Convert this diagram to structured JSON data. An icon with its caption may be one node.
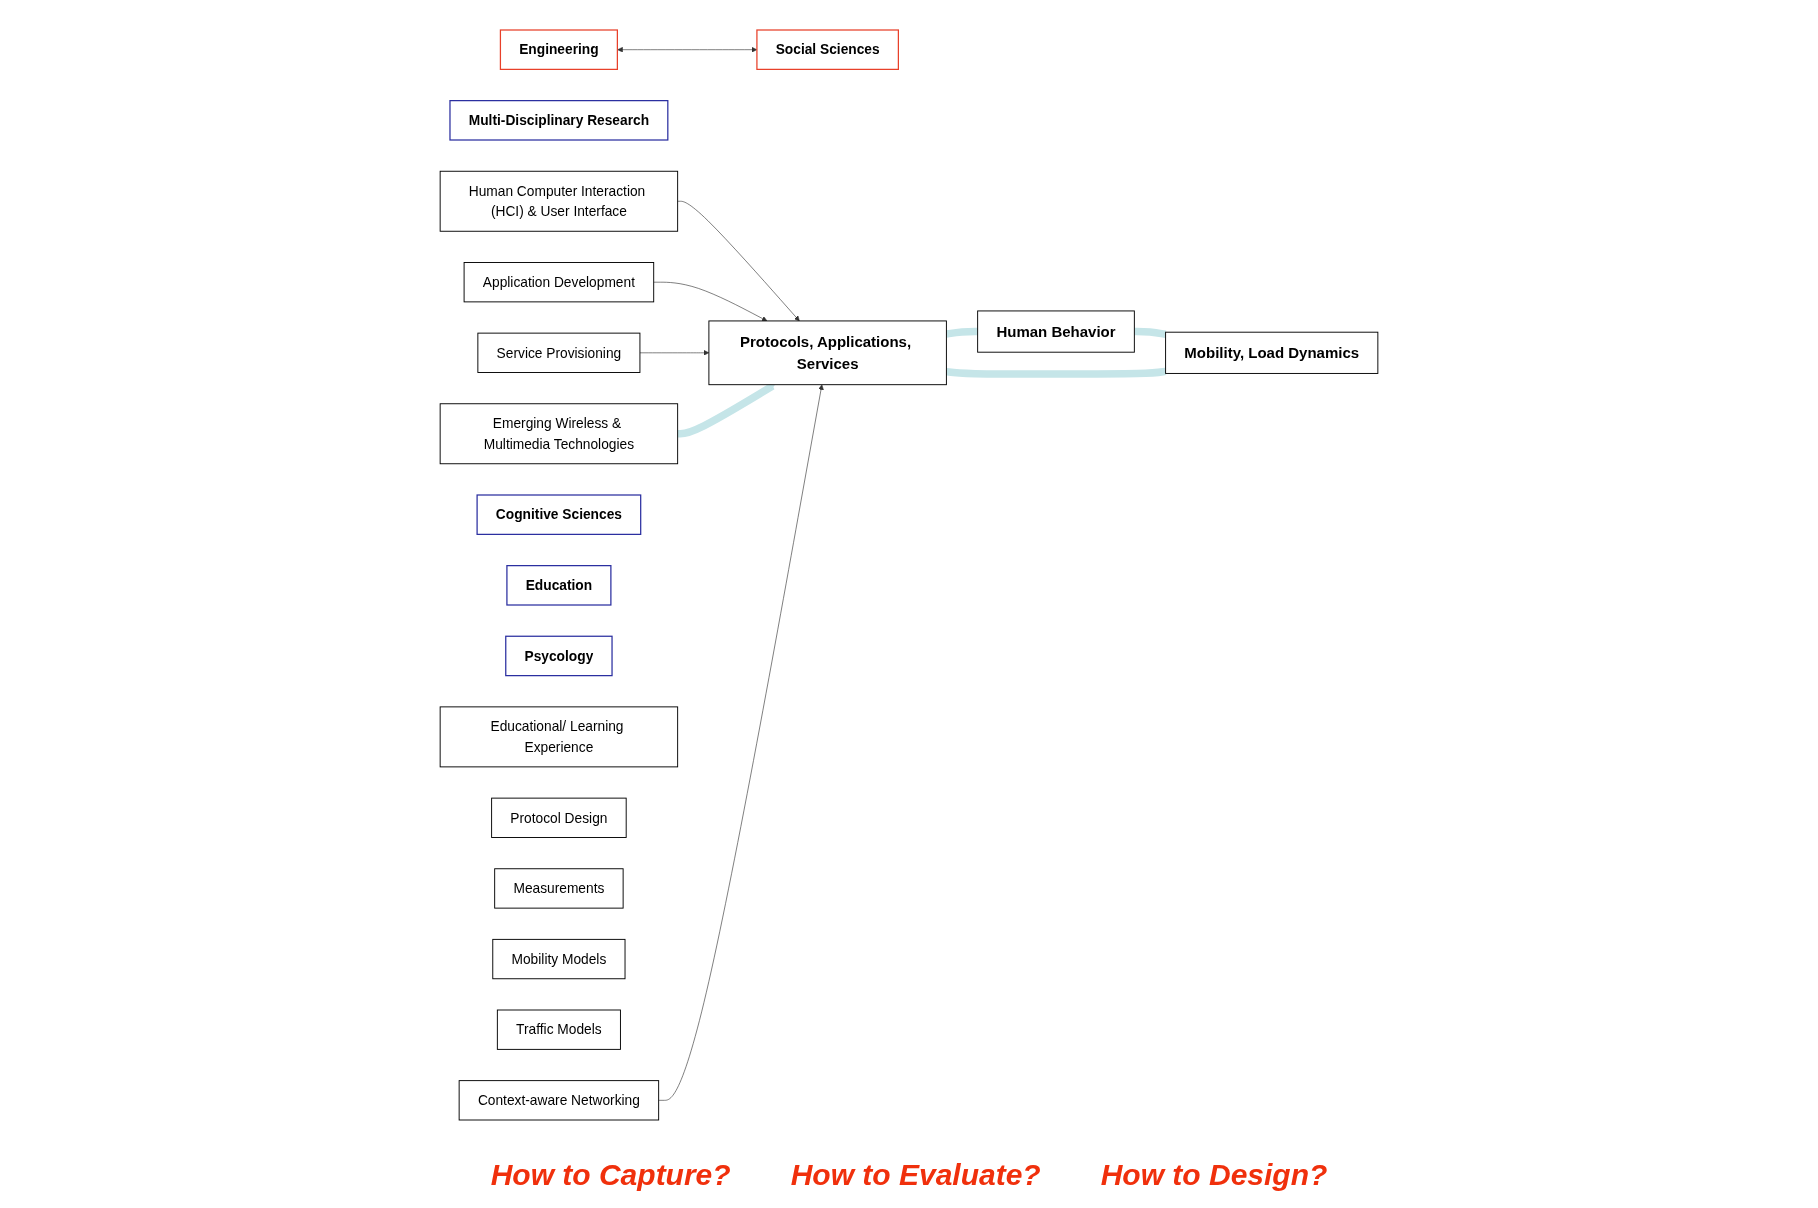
{
  "diagram": {
    "nodes": [
      {
        "text": [
          "Engineering"
        ]
      },
      {
        "text": [
          "Multi-Disciplinary Research"
        ]
      },
      {
        "text": [
          "Social Sciences"
        ]
      },
      {
        "text": [
          "Human Computer Interaction (HCI) & User Interface"
        ]
      },
      {
        "text": [
          "Application Development"
        ]
      },
      {
        "text": [
          "Service Provisioning"
        ]
      },
      {
        "text": [
          "Emerging Wireless & Multimedia Technologies"
        ]
      },
      {
        "text": [
          "Protocols, Applications, Services"
        ]
      },
      {
        "text": [
          "Cognitive Sciences"
        ]
      },
      {
        "text": [
          "Education"
        ]
      },
      {
        "text": [
          "Psycology"
        ]
      },
      {
        "text": [
          "Human Behavior"
        ]
      },
      {
        "text": [
          "Educational/ Learning Experience"
        ]
      },
      {
        "text": [
          "Protocol Design"
        ]
      },
      {
        "text": [
          "Measurements"
        ]
      },
      {
        "text": [
          "Mobility Models"
        ]
      },
      {
        "text": [
          "Traffic Models"
        ]
      },
      {
        "text": [
          "Context-aware Networking"
        ]
      },
      {
        "text": [
          "Mobility, Load Dynamics"
        ]
      }
    ],
    "edges": [
      {
        "from": 0,
        "to": 2,
        "arrow": "both"
      },
      {
        "from": 3,
        "to": 7,
        "arrow": "to"
      },
      {
        "from": 4,
        "to": 7,
        "arrow": "to"
      },
      {
        "from": 5,
        "to": 7,
        "arrow": "to"
      },
      {
        "from": 6,
        "to": 7,
        "arrow": "to",
        "style": "thick",
        "color": "#c5e5e8"
      },
      {
        "from": 17,
        "to": 7,
        "arrow": "to"
      },
      {
        "from": 7,
        "to": 11,
        "arrow": "none",
        "style": "thick",
        "color": "#c5e5e8"
      },
      {
        "from": 11,
        "to": 18,
        "arrow": "none",
        "style": "thick",
        "color": "#c5e5e8"
      },
      {
        "from": 18,
        "to": 7,
        "arrow": "none",
        "style": "thick",
        "color": "#c5e5e8"
      }
    ],
    "labels": [
      "How to Capture?",
      "How to Evaluate?",
      "How to Design?"
    ]
  }
}
